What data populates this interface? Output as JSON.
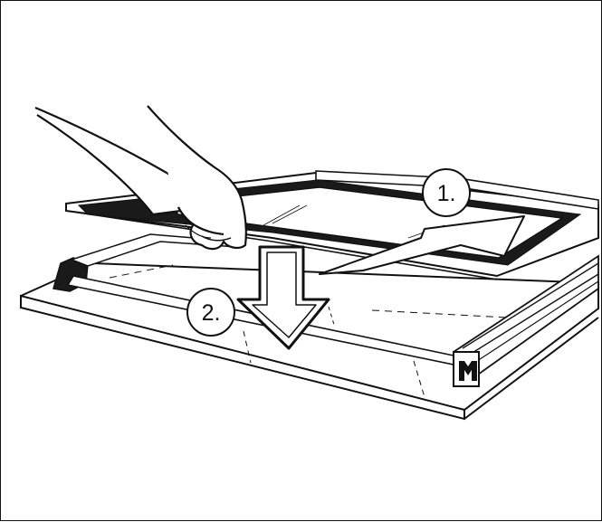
{
  "steps": [
    {
      "number": "1.",
      "action": "slide"
    },
    {
      "number": "2.",
      "action": "press-down"
    }
  ],
  "colors": {
    "line": "#111111",
    "background": "#ffffff",
    "glass_tint": "#f4f4f4"
  }
}
